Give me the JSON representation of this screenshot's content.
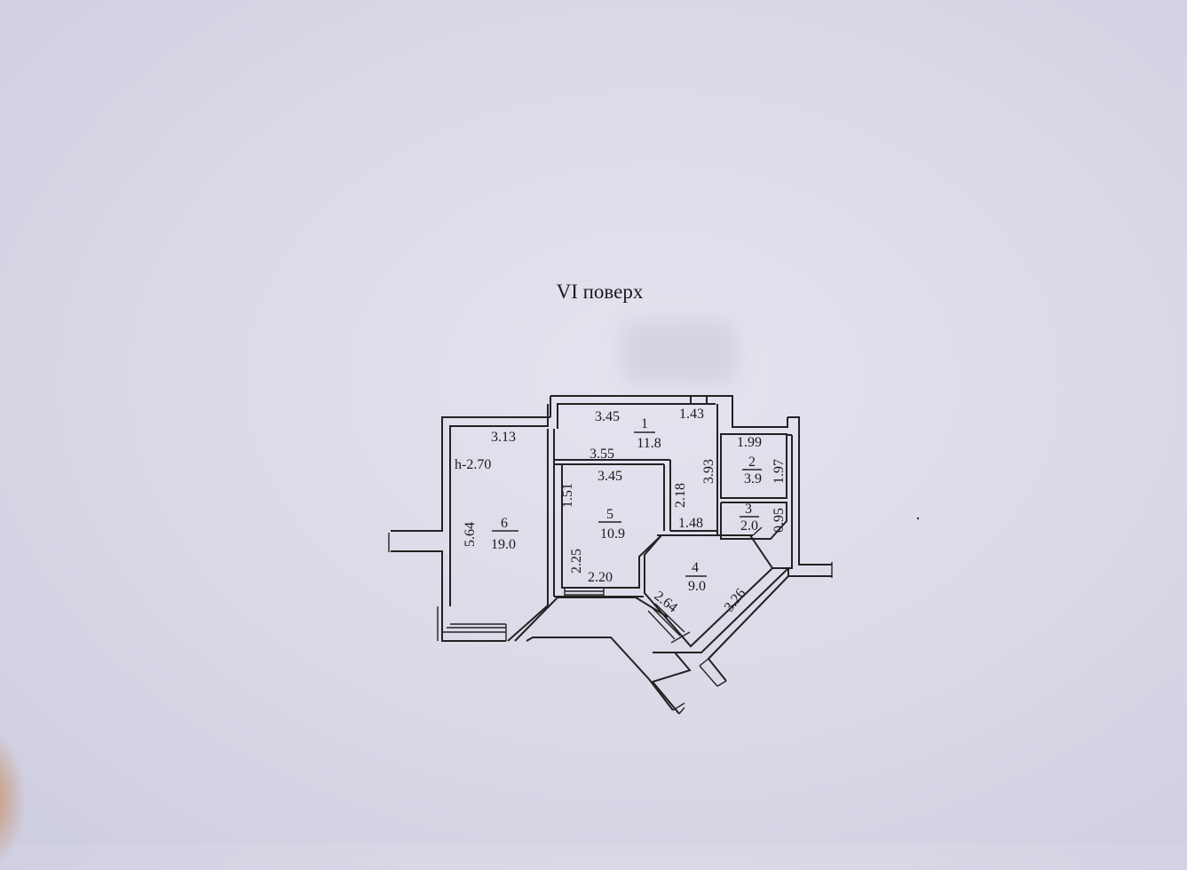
{
  "floor_label": "VI поверх",
  "ceiling_height": "h-2.70",
  "rooms": [
    {
      "number": "1",
      "area": "11.8"
    },
    {
      "number": "2",
      "area": "3.9"
    },
    {
      "number": "3",
      "area": "2.0"
    },
    {
      "number": "4",
      "area": "9.0"
    },
    {
      "number": "5",
      "area": "10.9"
    },
    {
      "number": "6",
      "area": "19.0"
    }
  ],
  "dimensions": {
    "r1_top_left": "3.45",
    "r1_top_right": "1.43",
    "r1_bottom": "3.55",
    "r1_right": "3.93",
    "r6_top": "3.13",
    "r6_side": "5.64",
    "r5_top": "3.45",
    "r5_left_upper": "1.51",
    "r5_left_lower": "2.25",
    "r5_bottom": "2.20",
    "corridor_vertical": "2.18",
    "corridor_bottom": "1.48",
    "r2_top": "1.99",
    "r2_right": "1.97",
    "r3_right": "0.95",
    "r4_diag_left": "2.64",
    "r4_diag_right": "3.26"
  }
}
